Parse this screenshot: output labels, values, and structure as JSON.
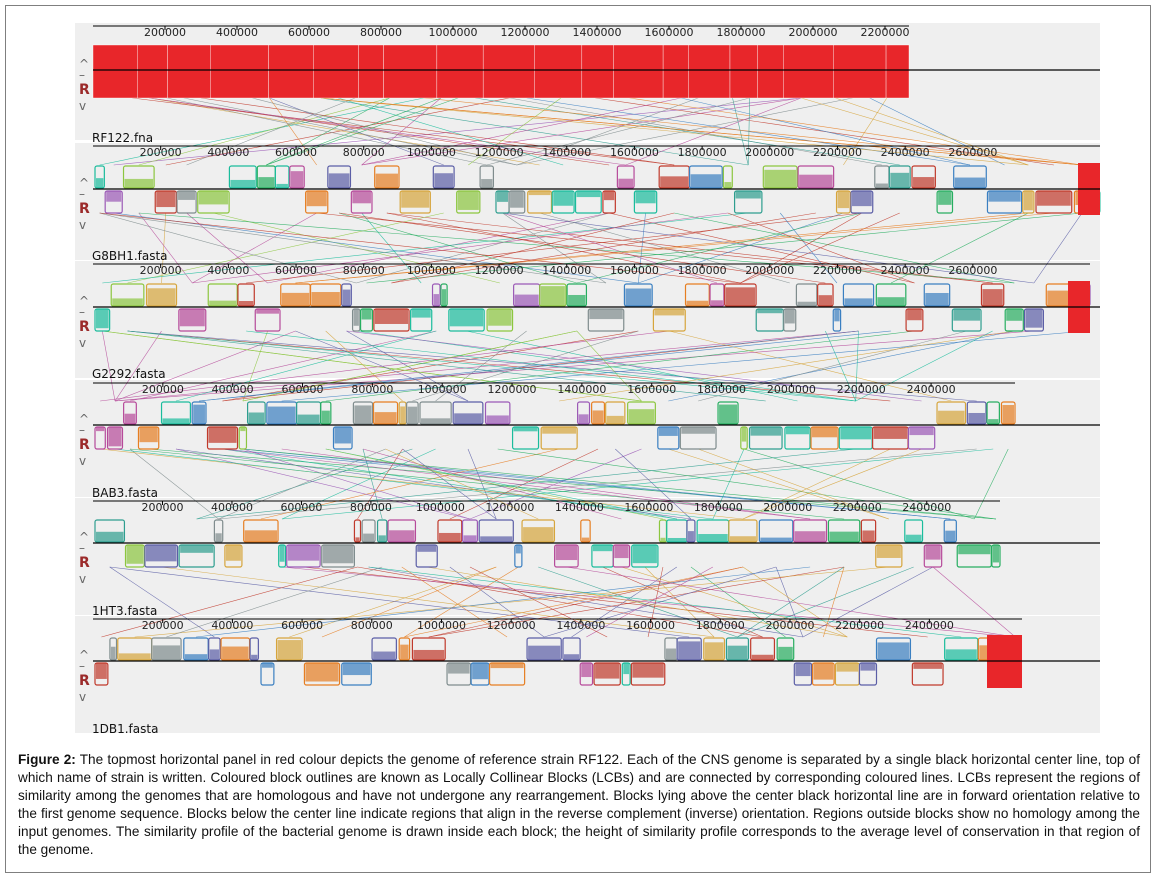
{
  "figure": {
    "axis_ticks": {
      "RF122.fna": [
        "200000",
        "400000",
        "600000",
        "800000",
        "1000000",
        "1200000",
        "1400000",
        "1600000",
        "1800000",
        "2000000",
        "2200000"
      ],
      "G8BH1.fasta": [
        "200000",
        "400000",
        "600000",
        "800000",
        "1000000",
        "1200000",
        "1400000",
        "1600000",
        "1800000",
        "2000000",
        "2200000",
        "2400000",
        "2600000"
      ],
      "G2292.fasta": [
        "200000",
        "400000",
        "600000",
        "800000",
        "1000000",
        "1200000",
        "1400000",
        "1600000",
        "1800000",
        "2000000",
        "2200000",
        "2400000",
        "2600000"
      ],
      "BAB3.fasta": [
        "200000",
        "400000",
        "600000",
        "800000",
        "1000000",
        "1200000",
        "1400000",
        "1600000",
        "1800000",
        "2000000",
        "2200000",
        "2400000"
      ],
      "1HT3.fasta": [
        "200000",
        "400000",
        "600000",
        "800000",
        "1000000",
        "1200000",
        "1400000",
        "1600000",
        "1800000",
        "2000000",
        "2200000",
        "2400000"
      ],
      "1DB1.fasta": [
        "200000",
        "400000",
        "600000",
        "800000",
        "1000000",
        "1200000",
        "1400000",
        "1600000",
        "1800000",
        "2000000",
        "2200000",
        "2400000"
      ]
    },
    "genomes": [
      {
        "name": "RF122.fna"
      },
      {
        "name": "G8BH1.fasta"
      },
      {
        "name": "G2292.fasta"
      },
      {
        "name": "BAB3.fasta"
      },
      {
        "name": "1HT3.fasta"
      },
      {
        "name": "1DB1.fasta"
      }
    ],
    "controls": {
      "up": "^",
      "minus": "–",
      "reference": "R",
      "down": "v"
    },
    "colors": {
      "reference_block": "#e8262a",
      "center_line": "#000000",
      "panel_bg": "#efefef",
      "lcb_palette": [
        "#3a7fc1",
        "#8cc63f",
        "#b64a9a",
        "#d6a53c",
        "#2e9e8f",
        "#c0392b",
        "#5b5ea6",
        "#e67e22",
        "#1abc9c",
        "#7f8c8d",
        "#9b59b6",
        "#27ae60"
      ]
    }
  },
  "caption": {
    "label": "Figure 2:",
    "text": "The topmost horizontal panel in red colour depicts the genome of reference strain RF122. Each of the CNS genome is separated by a single black horizontal center line, top of which name of strain is written. Coloured block outlines are known as Locally Collinear Blocks (LCBs) and are connected by corresponding coloured lines. LCBs represent the regions of similarity among the genomes that are homologous and have not undergone any rearrangement. Blocks lying above the center black horizontal line are in forward orientation relative to the first genome sequence. Blocks below the center line indicate regions that align in the reverse complement (inverse) orientation. Regions outside blocks show no homology among the input genomes. The similarity profile of the bacterial genome is drawn inside each block; the height of similarity profile corresponds to the average level of conservation in that region of the genome."
  }
}
